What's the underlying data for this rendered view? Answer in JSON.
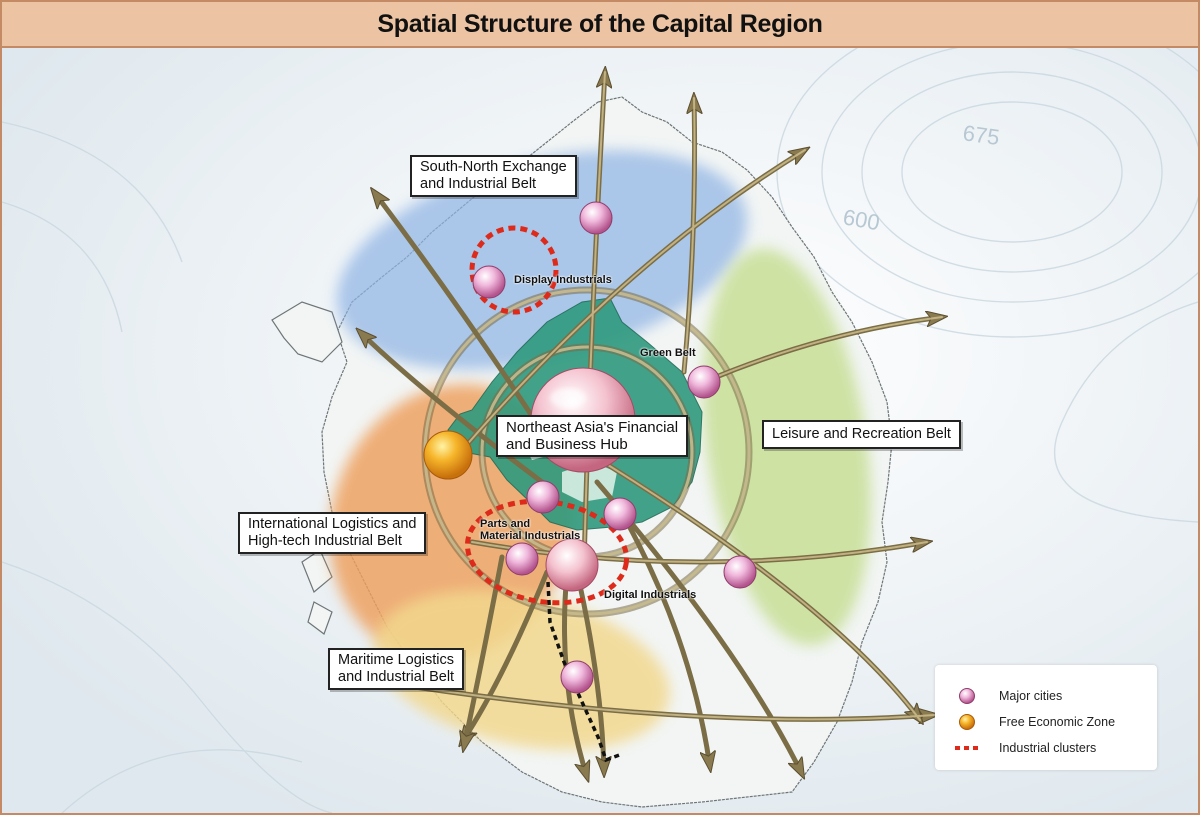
{
  "title": "Spatial Structure of the Capital Region",
  "labels": {
    "south_north_1": "South-North Exchange",
    "south_north_2": "and Industrial Belt",
    "display": "Display Industrials",
    "green_belt": "Green Belt",
    "hub_1": "Northeast Asia's Financial",
    "hub_2": "and Business Hub",
    "leisure": "Leisure and Recreation Belt",
    "intl_1": "International Logistics and",
    "intl_2": "High-tech Industrial Belt",
    "parts_1": "Parts and",
    "parts_2": "Material Industrials",
    "digital": "Digital Industrials",
    "maritime_1": "Maritime Logistics",
    "maritime_2": "and Industrial Belt"
  },
  "legend": {
    "major_cities": "Major cities",
    "free_economic_zone": "Free Economic Zone",
    "industrial_clusters": "Industrial clusters"
  },
  "background_marks": [
    "675",
    "600"
  ],
  "colors": {
    "north_belt": "#8fb4e4",
    "leisure_belt": "#c4dd8e",
    "intl_belt": "#ee9f5c",
    "maritime_belt": "#f2d88e",
    "core_area": "#2f9a7e",
    "arrow": "#8a7a50",
    "city": "#e6a3cb",
    "free_zone": "#f2a31c",
    "cluster": "#dd2a1a"
  }
}
